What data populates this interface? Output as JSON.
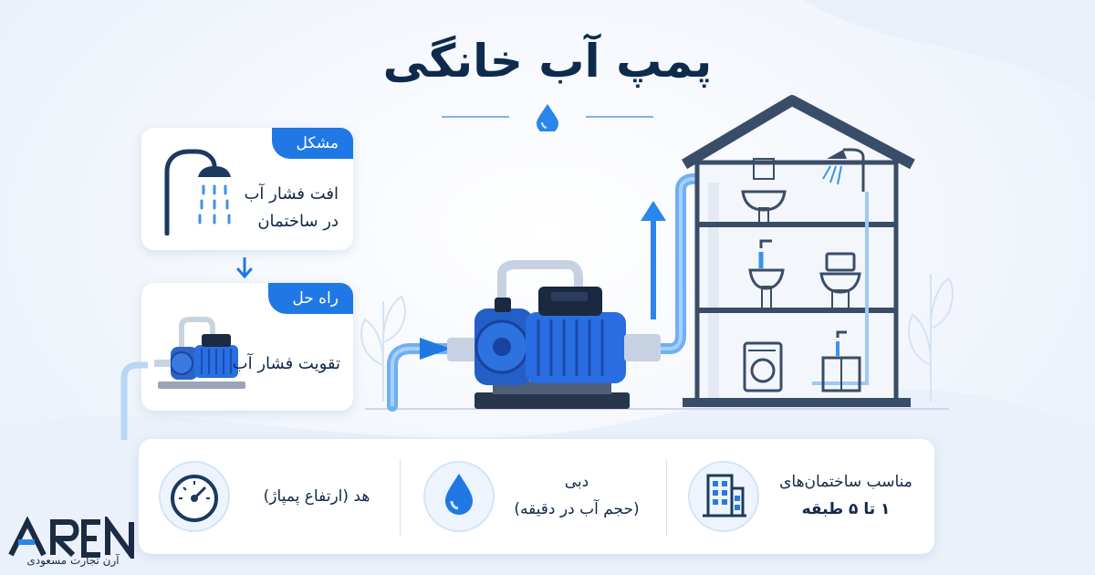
{
  "title": "پمپ آب خانگی",
  "problem": {
    "tag": "مشکل",
    "line1": "افت فشار آب",
    "line2": "در ساختمان",
    "icon": "shower-icon"
  },
  "solution": {
    "tag": "راه حل",
    "text": "تقویت فشار آب",
    "icon": "water-pump-icon"
  },
  "info": [
    {
      "icon": "building-icon",
      "line1": "مناسب ساختمان‌های",
      "line2": "۱ تا ۵ طبقه"
    },
    {
      "icon": "water-drop-icon",
      "line1": "دبی",
      "line2": "(حجم آب در دقیقه)"
    },
    {
      "icon": "pressure-gauge-icon",
      "line1": "هد (ارتفاع پمپاژ)"
    }
  ],
  "logo": {
    "mark": "AREN",
    "subtitle": "آرن تجارت مسعودی"
  },
  "colors": {
    "primary": "#1f78e4",
    "navy": "#0e2a4d",
    "pipe": "#6fb0f4"
  }
}
